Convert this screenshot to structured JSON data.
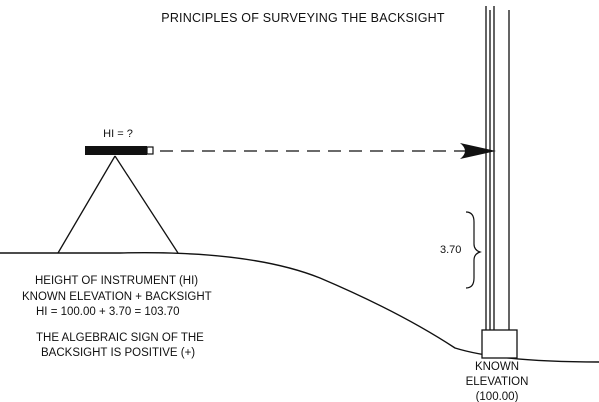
{
  "title": "PRINCIPLES OF SURVEYING THE BACKSIGHT",
  "instrument_label": "HI = ?",
  "measurement_label": "3.70",
  "explanation": [
    "HEIGHT OF INSTRUMENT (HI)",
    "KNOWN ELEVATION + BACKSIGHT",
    "HI = 100.00 + 3.70 = 103.70"
  ],
  "sign_note": [
    "THE ALGEBRAIC SIGN OF THE",
    "BACKSIGHT IS POSITIVE (+)"
  ],
  "benchmark_label": [
    "KNOWN",
    "ELEVATION",
    "(100.00)"
  ]
}
